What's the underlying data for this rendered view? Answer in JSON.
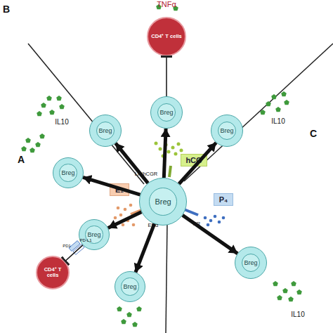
{
  "diagram": {
    "nodes": [
      {
        "text": [
          "CD4⁺ T cells"
        ]
      },
      {
        "text": [
          "Breg"
        ]
      },
      {
        "text": [
          "Breg"
        ]
      },
      {
        "text": [
          "Breg"
        ]
      },
      {
        "text": [
          "hCG"
        ]
      },
      {
        "text": [
          "Breg"
        ]
      },
      {
        "text": [
          "E₂"
        ]
      },
      {
        "text": [
          "Breg"
        ]
      },
      {
        "text": [
          "P₄"
        ]
      },
      {
        "text": [
          "Breg"
        ]
      },
      {
        "text": [
          "CD4⁺ T cells"
        ]
      },
      {
        "text": [
          "Breg"
        ]
      },
      {
        "text": [
          "Breg"
        ]
      }
    ],
    "edges": [
      {
        "from": 7,
        "to": 1,
        "arrow": "to"
      },
      {
        "from": 7,
        "to": 2,
        "arrow": "to"
      },
      {
        "from": 7,
        "to": 3,
        "arrow": "to"
      },
      {
        "from": 2,
        "to": 0,
        "arrow": "to"
      },
      {
        "from": 7,
        "to": 5,
        "arrow": "to"
      },
      {
        "from": 7,
        "to": 9,
        "arrow": "to"
      },
      {
        "from": 7,
        "to": 11,
        "arrow": "to"
      },
      {
        "from": 9,
        "to": 10,
        "arrow": "to"
      },
      {
        "from": 7,
        "to": 12,
        "arrow": "to"
      }
    ],
    "labels": [
      "TNFα",
      "B",
      "A",
      "C",
      "IL10",
      "IL10",
      "IL10",
      "LH/hCGR",
      "ERα",
      "PR",
      "PD1",
      "PD-L1"
    ]
  }
}
